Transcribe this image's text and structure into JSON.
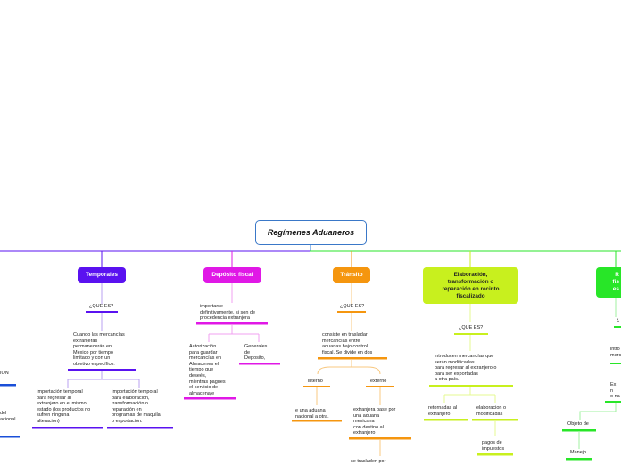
{
  "root": "Regímenes Aduaneros",
  "colors": {
    "temporales": "#5a12f0",
    "deposito": "#e018e6",
    "transito": "#f5960f",
    "elaboracion": "#c8f01e",
    "recinto": "#28e628",
    "left": "#1a4fd8"
  },
  "nodes": {
    "temporales": "Temporales",
    "deposito": "Depósito fiscal",
    "transito": "Tránsito",
    "elaboracion": "Elaboración,\ntransformación o\nreparación en recinto\nfiscalizado",
    "recinto_partial": "R\nfis\nes"
  },
  "temporales": {
    "que_es": "¿QUE ES?",
    "definicion": "Cuando las mercancías\nextranjeras\npermanecerán en\nMéxico por tiempo\nlimitado y con un\nobjetivo específico.",
    "tipo1": "Importación temporal\npara regresar al\nextranjero en el mismo\nestado (los productos no\nsufren ninguna\nalteración)",
    "tipo2": "Importación temporal\npara elaboración,\ntransformación o\nreparación en\nprogramas de maquila\no exportación."
  },
  "deposito": {
    "definicion": "importarse\ndefinitivamente, si son de\nprocedencia extranjera",
    "hijo1": "Autorización\npara guardar\nmercancías en\nAlmacenes el\ntiempo que\ndeseés,\nmientras pagues\nel servicio de\nalmacenaje",
    "hijo2": "Generales\nde\nDeposito,"
  },
  "transito": {
    "que_es": "¿QUE ES?",
    "definicion": "consiste en trasladar\nmercancías entre\n aduanas bajo control\nfiscal. Se divide en dos",
    "interno": "interno",
    "externo": "externo",
    "interno_desc": "e una aduana\nnacional a otra.",
    "externo_desc": "extranjera pase por\nuna aduana\nmexicana\n con destino al\nextranjero",
    "externo_desc2": "se trasladen por"
  },
  "elaboracion": {
    "que_es": "¿QUE ES?",
    "definicion": "introducen mercancías que\nserán modificadas\npara regresar al extranjero o\npara ser exportadas\na otra país.",
    "retornadas": "retornadas al\nextranjero",
    "modificadas": "elaboracion o\nmodificadas",
    "pagos": "pagos de\nimpuestos"
  },
  "recinto": {
    "que_es": "¿",
    "intro": "intro\nmerc",
    "ex": "Ex\nn\no na",
    "objeto": "Objeto de",
    "manejo": "Manejo"
  },
  "left_edge": {
    "item1": "ION",
    "item2": "del\nacional"
  }
}
